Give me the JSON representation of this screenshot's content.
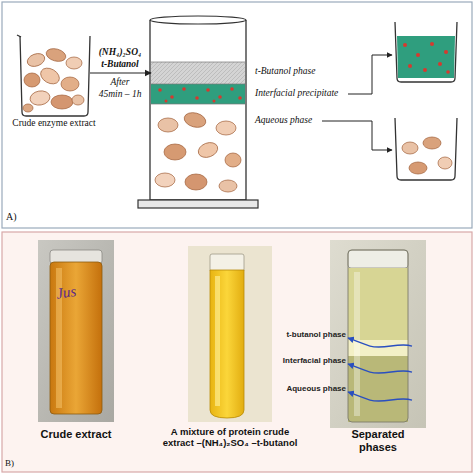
{
  "diagram": {
    "nodes": [
      {
        "text": [
          "Crude enzyme extract"
        ]
      },
      {
        "text": [
          "t-Butanol phase"
        ]
      },
      {
        "text": [
          "Interfacial precipitate"
        ]
      },
      {
        "text": [
          "Aqueous phase"
        ]
      }
    ],
    "edges": [
      {
        "from": 0,
        "to": 1,
        "arrow": "to"
      }
    ],
    "labels": [
      "A)",
      "(NH₄)₂SO₄",
      "t-Butanol",
      "After",
      "45min – 1h",
      "B)",
      "Jus",
      "Crude extract",
      "A mixture of protein crude extract –(NH₄)₂SO₄ –t-butanol",
      "Separated phases",
      "t-butanol phase",
      "Interfacial phase",
      "Aqueous phase"
    ]
  }
}
